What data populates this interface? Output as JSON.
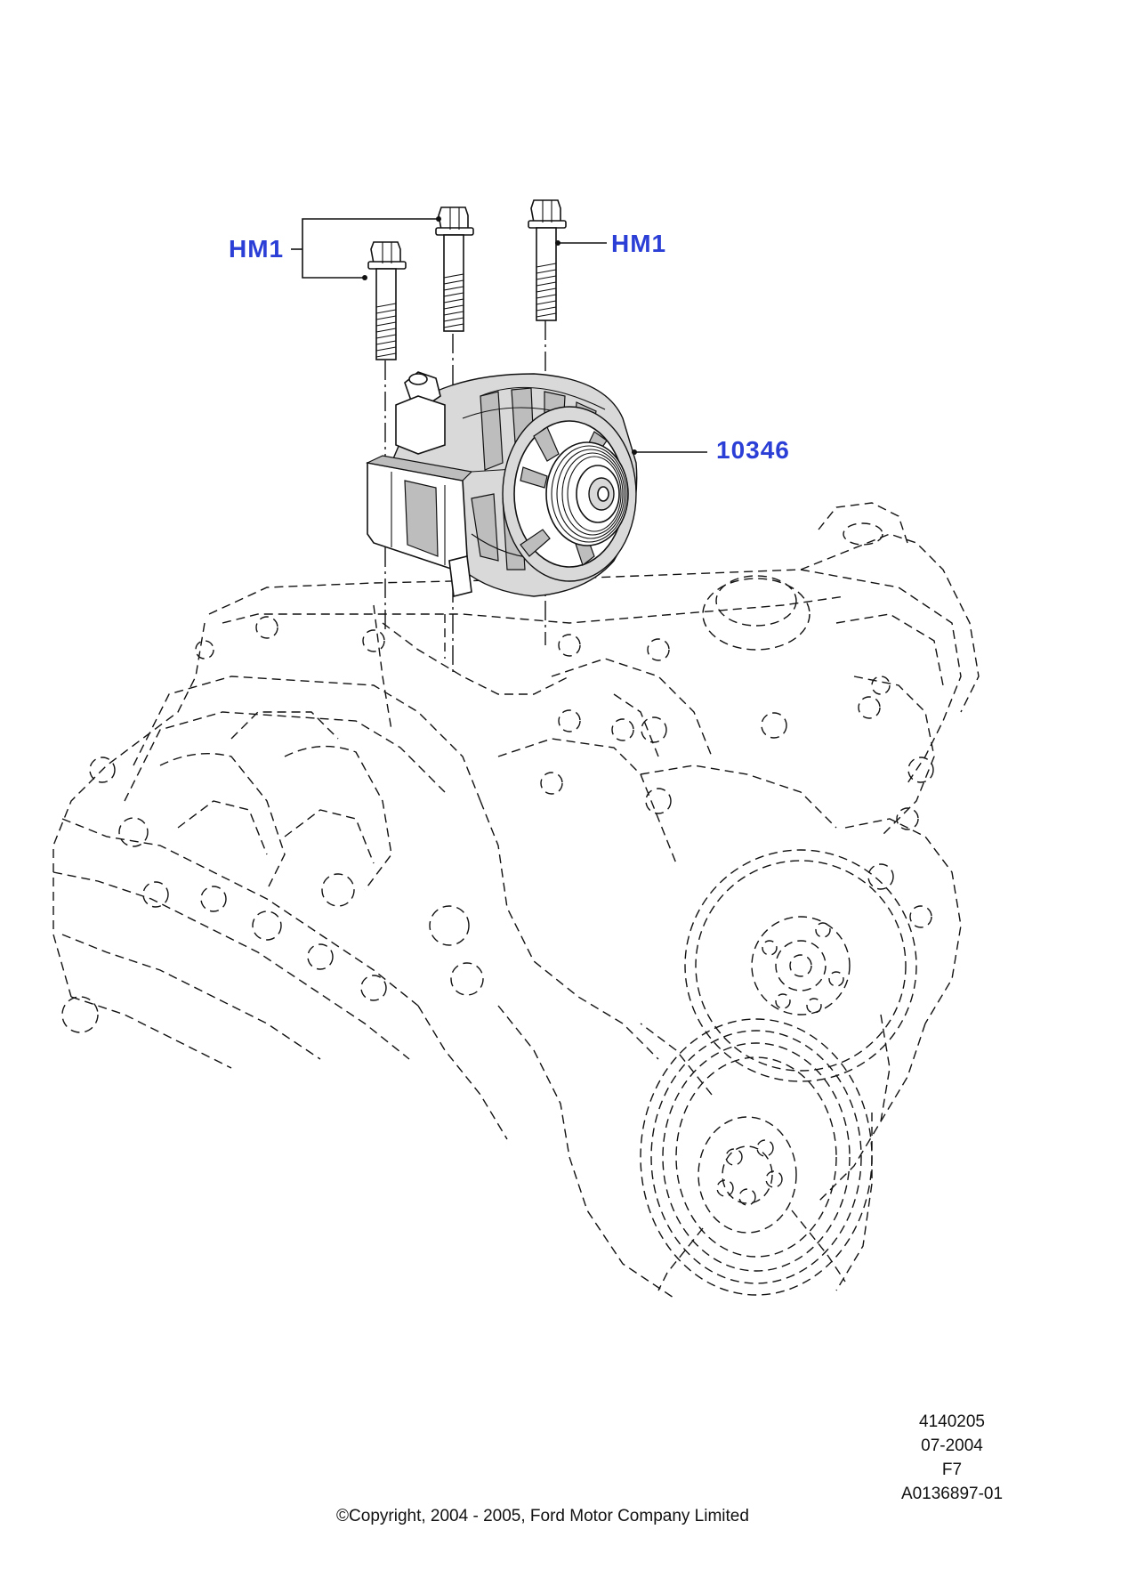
{
  "callouts": {
    "bolts_left": "HM1",
    "bolt_right": "HM1",
    "alternator": "10346"
  },
  "footer": {
    "illustration_number": "4140205",
    "date": "07-2004",
    "code": "F7",
    "reference": "A0136897-01",
    "copyright": "©Copyright, 2004 - 2005, Ford Motor Company Limited"
  }
}
